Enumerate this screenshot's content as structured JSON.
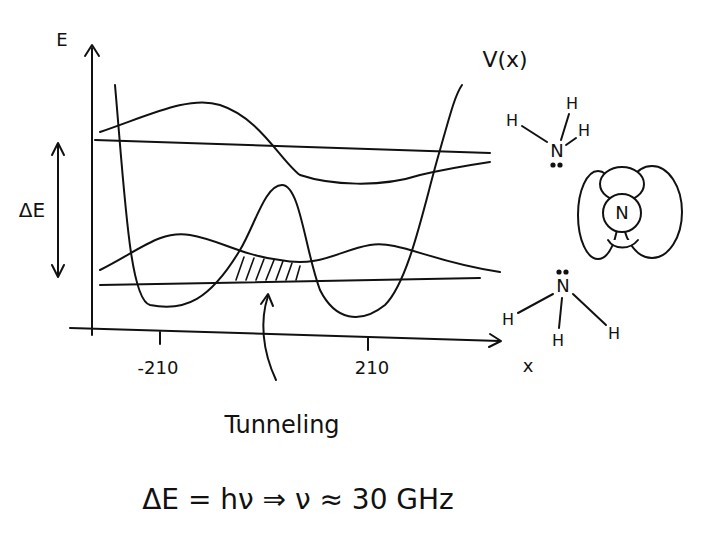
{
  "diagram": {
    "nodes": [
      {
        "text": [
          "N"
        ]
      }
    ],
    "labels": [
      "E",
      "V(x)",
      "ΔE",
      "H",
      "H",
      "H",
      "N",
      "-210",
      "210",
      "x",
      "N",
      "H",
      "H",
      "H",
      "Tunneling",
      "ΔE = hν ⇒ ν ≈ 30 GHz"
    ]
  }
}
